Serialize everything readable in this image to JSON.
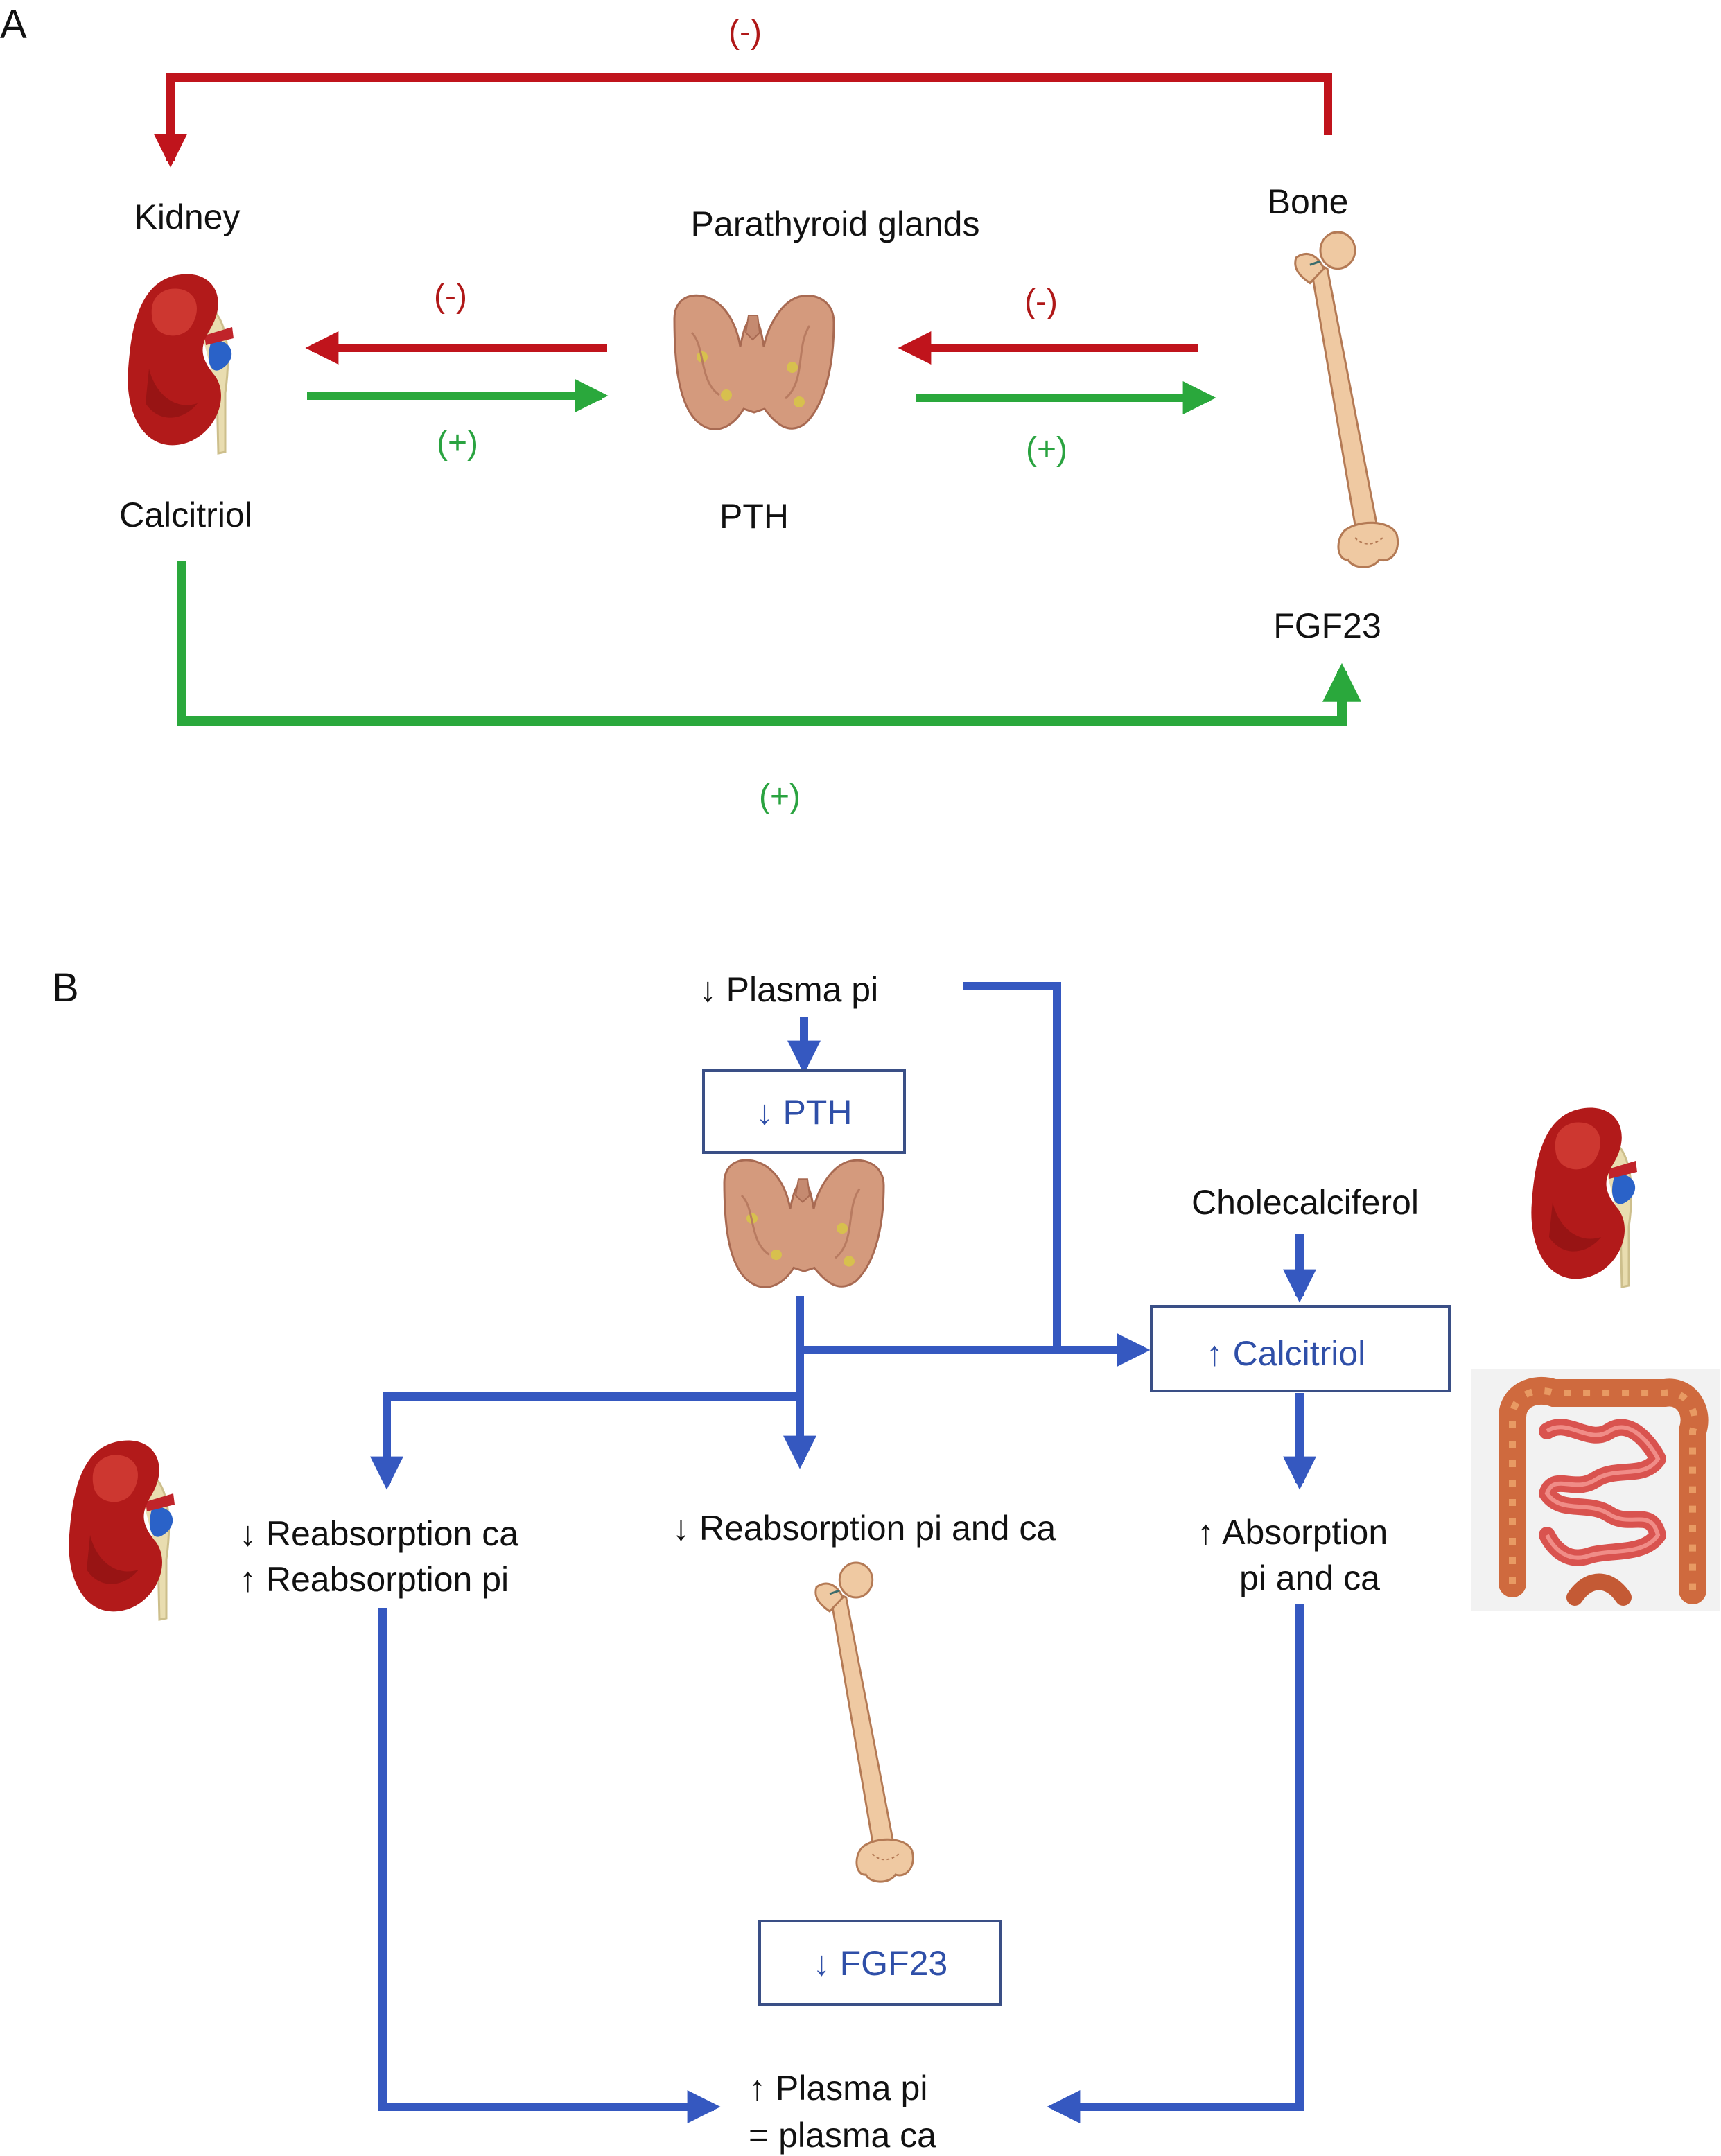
{
  "colors": {
    "inhibit": "#c0141c",
    "stimulate": "#2aa83c",
    "flow": "#3558c0",
    "box_text": "#2f4fa8",
    "box_border": "#3a4f86"
  },
  "panel_a": {
    "label": "A",
    "kidney_title": "Kidney",
    "parathyroid_title": "Parathyroid glands",
    "bone_title": "Bone",
    "calcitriol": "Calcitriol",
    "pth": "PTH",
    "fgf23": "FGF23",
    "top_sign": "(-)",
    "kidney_pth_inhibit": "(-)",
    "kidney_pth_stimulate": "(+)",
    "pth_bone_inhibit": "(-)",
    "pth_bone_stimulate": "(+)",
    "bottom_sign": "(+)"
  },
  "panel_b": {
    "label": "B",
    "plasma_pi_down": "↓ Plasma pi",
    "pth_box": "↓ PTH",
    "cholecalciferol": "Cholecalciferol",
    "calcitriol_box": "↑ Calcitriol",
    "reabsorption_ca": "↓ Reabsorption ca",
    "reabsorption_pi": "↑ Reabsorption pi",
    "reabsorption_pi_ca": "↓ Reabsorption pi and ca",
    "absorption_line1": "↑ Absorption",
    "absorption_line2": "pi and ca",
    "fgf23_box": "↓ FGF23",
    "plasma_pi_up": "↑ Plasma pi",
    "plasma_equal": "= plasma ca"
  },
  "icons": [
    "kidney-icon",
    "parathyroid-icon",
    "bone-icon",
    "intestine-icon"
  ]
}
